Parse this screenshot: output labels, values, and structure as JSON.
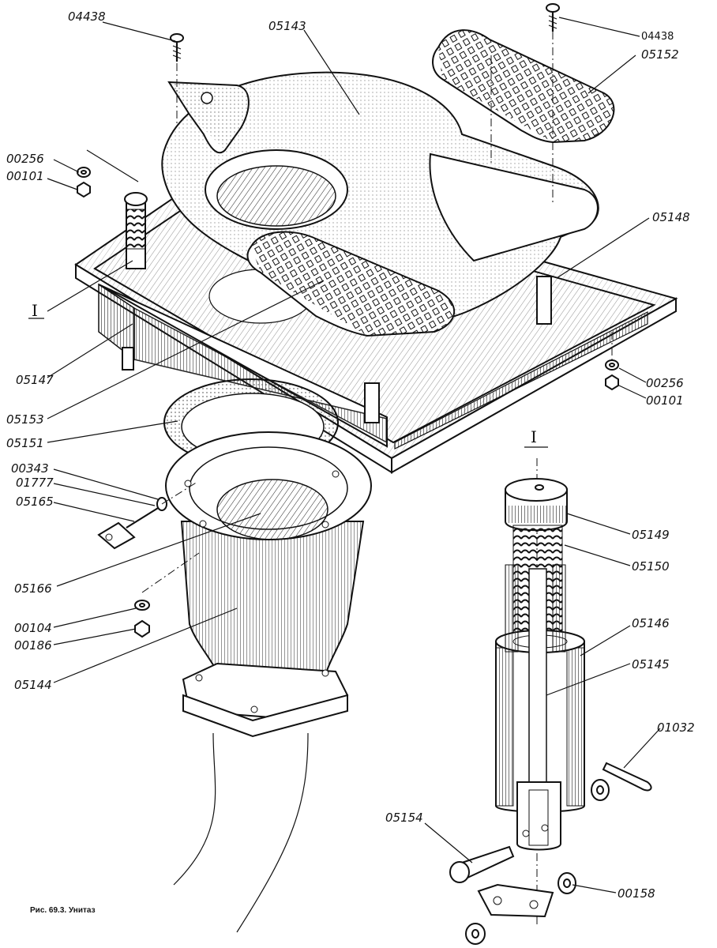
{
  "labels": {
    "l04438a": "04438",
    "l05143": "05143",
    "l04438b": "04438",
    "l05152": "05152",
    "l00256a": "00256",
    "l00101a": "00101",
    "l05148": "05148",
    "lI_a": "I",
    "l05147": "05147",
    "l00256b": "00256",
    "l00101b": "00101",
    "l05153": "05153",
    "l05151": "05151",
    "lI_b": "I",
    "l00343": "00343",
    "l01777": "01777",
    "l05165": "05165",
    "l05149": "05149",
    "l05150": "05150",
    "l05166": "05166",
    "l00104": "00104",
    "l00186": "00186",
    "l05146": "05146",
    "l05145": "05145",
    "l05144": "05144",
    "l01032": "01032",
    "l05154": "05154",
    "l00158": "00158"
  },
  "caption": "Рис. 69.3. Унитаз"
}
